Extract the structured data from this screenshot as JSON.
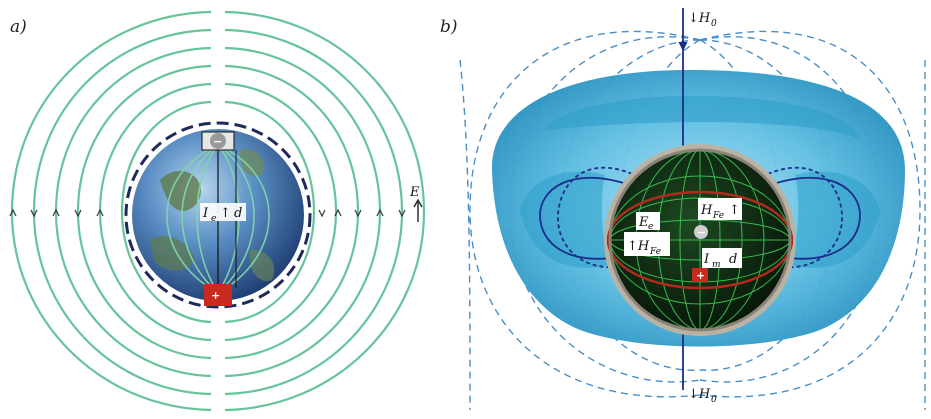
{
  "panel_a": {
    "label": "a)",
    "electric_field_label": "E",
    "current_label": "I",
    "current_subscript": "e",
    "dipole_label": "d",
    "top_charge": "−",
    "bottom_charge": "+",
    "colors": {
      "field_line": "#66c49a",
      "globe_ocean": "#4c8fd0",
      "globe_land": "#5f7a4a",
      "dipole_ring": "#1f2a5a"
    }
  },
  "panel_b": {
    "label": "b)",
    "top_field_label": "↓H",
    "top_field_subscript": "0",
    "bottom_field_label": "↓H",
    "bottom_field_subscript": "0",
    "e_label": "E",
    "e_subscript": "e",
    "h_fe_left_label": "↑H",
    "h_fe_left_subscript": "Fe",
    "h_fe_right_label": "H",
    "h_fe_right_subscript": "Fe",
    "h_fe_right_arrow": "↑",
    "current_label": "I",
    "current_subscript": "m",
    "dipole_label": "d",
    "top_charge": "−",
    "bottom_charge": "+",
    "colors": {
      "cloud": "#6cc6e6",
      "cloud_dark": "#2e9ec8",
      "dashed_line": "#4a8ec8",
      "loop_line": "#1b2c8a",
      "sphere": "#0f2a12",
      "mesh": "#3dd35a",
      "ring_red": "#b02a1e"
    }
  }
}
